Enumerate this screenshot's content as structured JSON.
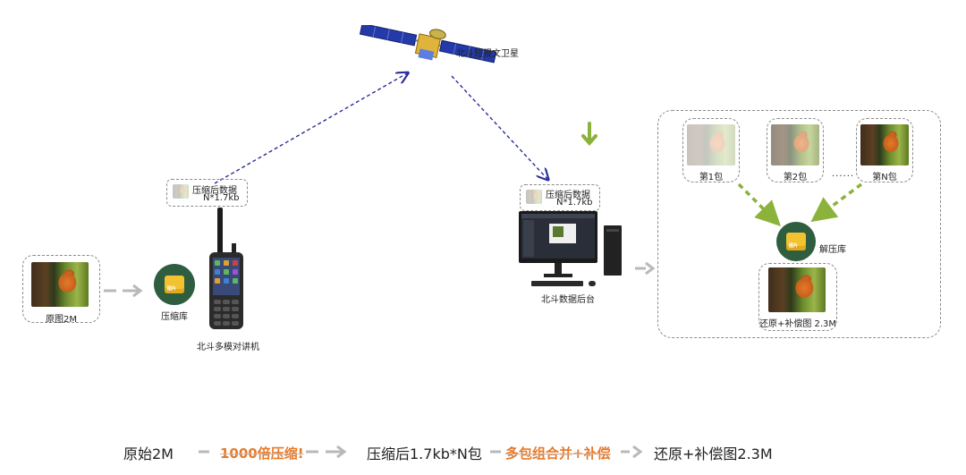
{
  "nodes": {
    "satellite_label": "北斗短报文卫星",
    "original_label": "原图2M",
    "compress_lib_label": "压缩库",
    "lib_icon_text": "图片",
    "radio_label": "北斗多模对讲机",
    "compressed_data_left": {
      "line1": "压缩后数据",
      "line2": "N*1.7kb"
    },
    "compressed_data_right": {
      "line1": "压缩后数据",
      "line2": "N*1.7kb"
    },
    "backend_label": "北斗数据后台",
    "packets": [
      "第1包",
      "第2包",
      "第N包"
    ],
    "ellipsis": "......",
    "decompress_lib_label": "解压库",
    "restored_label": "还原+补偿图 2.3M"
  },
  "bottom_flow": {
    "step1": "原始2M",
    "op1": "1000倍压缩!",
    "step2": "压缩后1.7kb*N包",
    "op2": "多包组合并+补偿",
    "step3": "还原+补偿图2.3M"
  },
  "colors": {
    "dashed_blue": "#2a2a9c",
    "green_arrow": "#8bb23a",
    "orange": "#e87a2a",
    "library_dark": "#2f5d3f",
    "library_icon": "#f2c230"
  }
}
